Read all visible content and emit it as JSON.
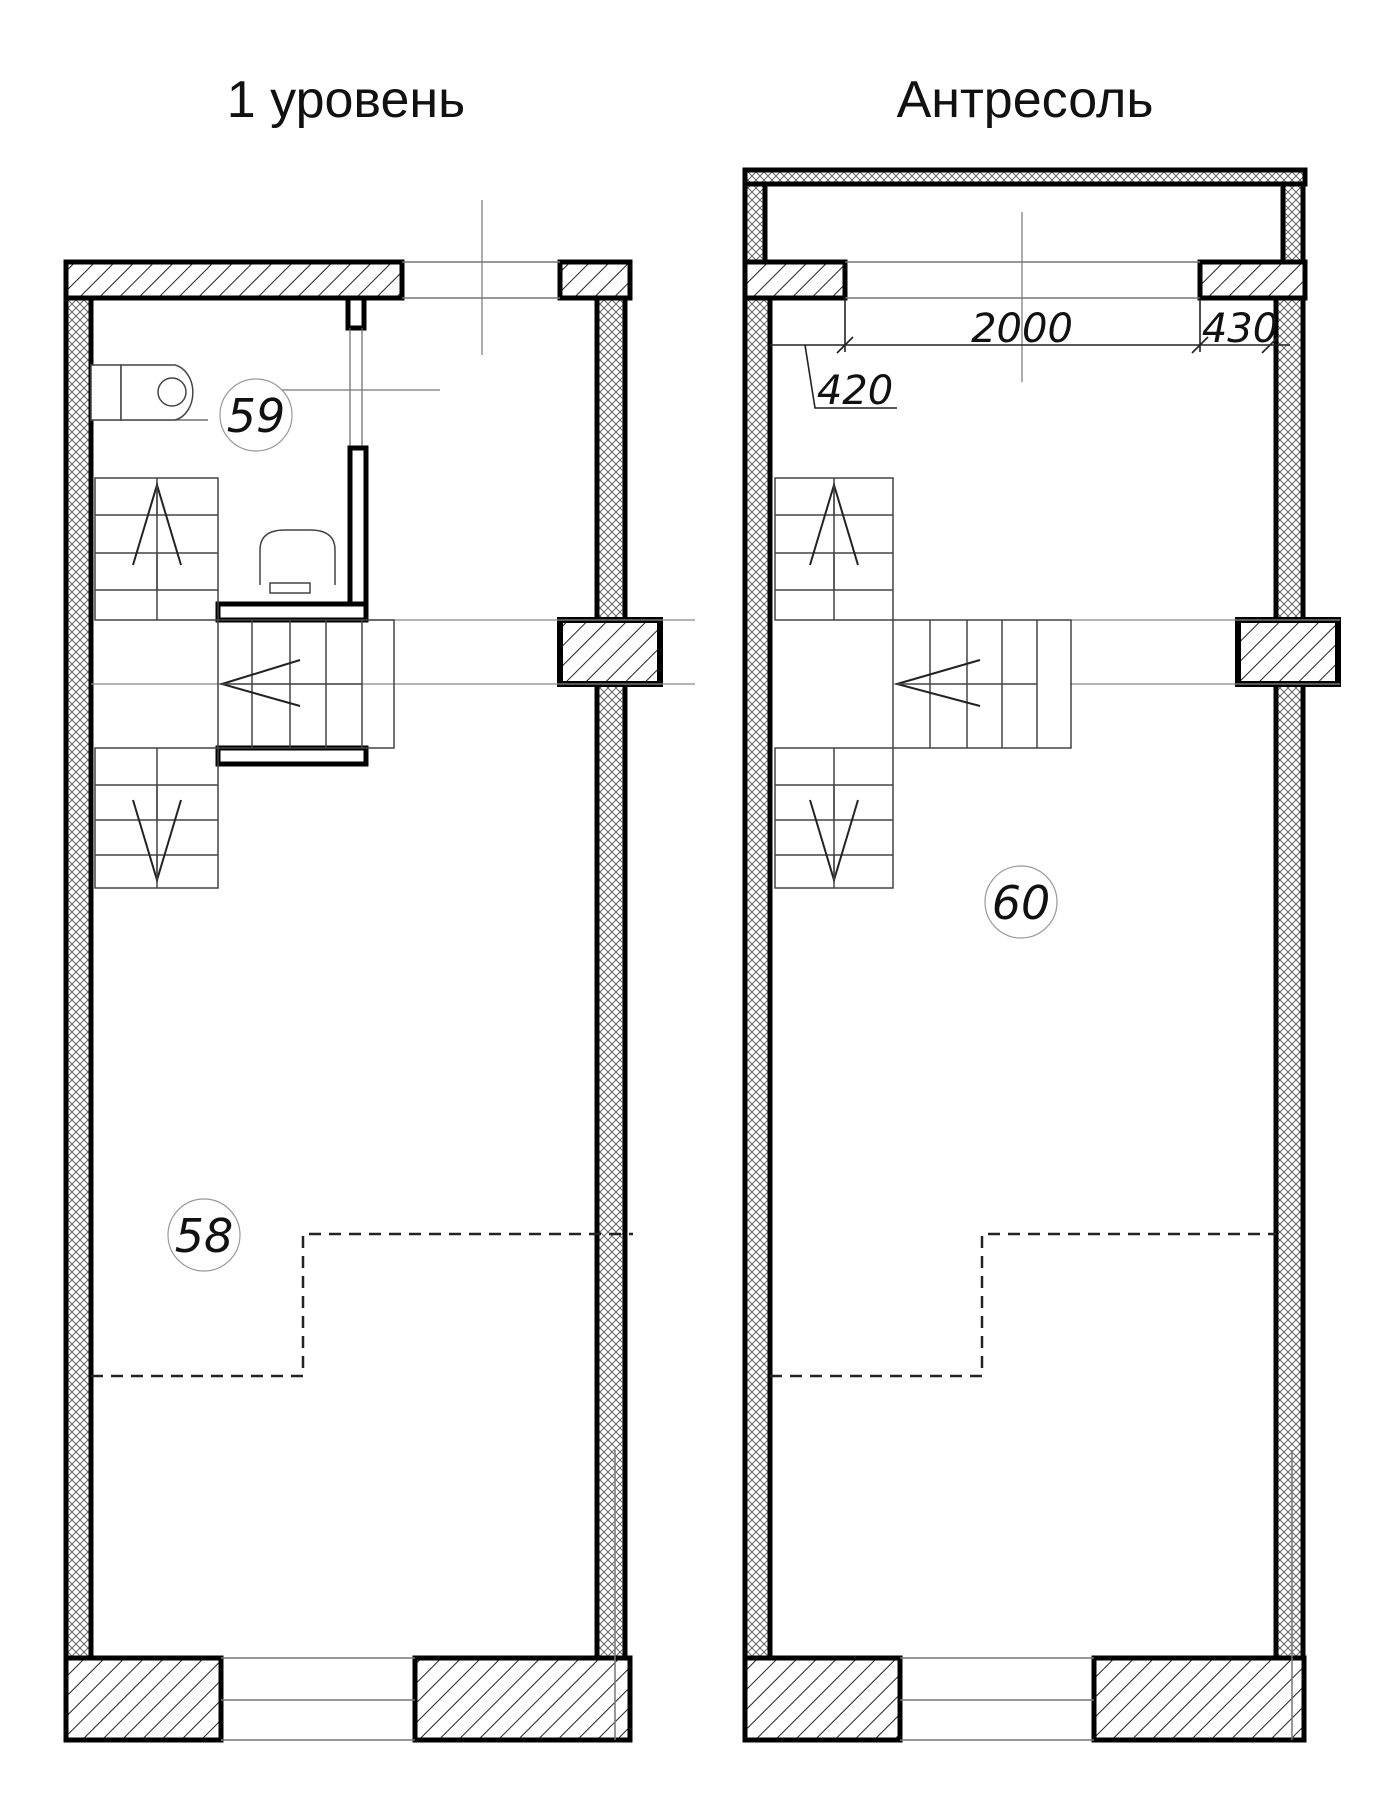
{
  "plans": [
    {
      "title": "1 уровень",
      "rooms": [
        "59",
        "58"
      ]
    },
    {
      "title": "Антресоль",
      "rooms": [
        "60"
      ],
      "dimensions": [
        "2000",
        "430",
        "420"
      ]
    }
  ]
}
